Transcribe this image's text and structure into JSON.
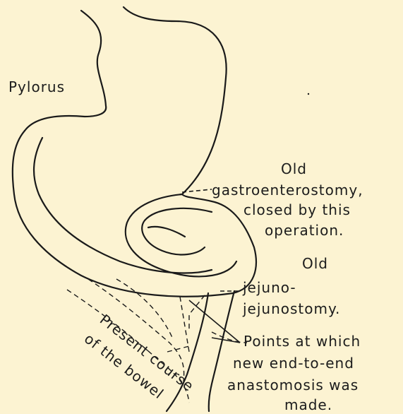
{
  "labels": {
    "pylorus": "Pylorus",
    "old_gastro_line1": "Old",
    "old_gastro_line2": "gastroenterostomy,",
    "old_gastro_line3": "closed by this",
    "old_gastro_line4": "operation.",
    "old_jejuno_line1": "Old",
    "old_jejuno_line2": "jejuno-",
    "old_jejuno_line3": "jejunostomy.",
    "points_line1": "Points at which",
    "points_line2": "new end-to-end",
    "points_line3": "anastomosis was",
    "points_line4": "made.",
    "present_course_line1": "Present course",
    "present_course_line2": "of the bowel"
  },
  "colors": {
    "background": "#fcf3d2",
    "ink": "#1a1a1a"
  }
}
